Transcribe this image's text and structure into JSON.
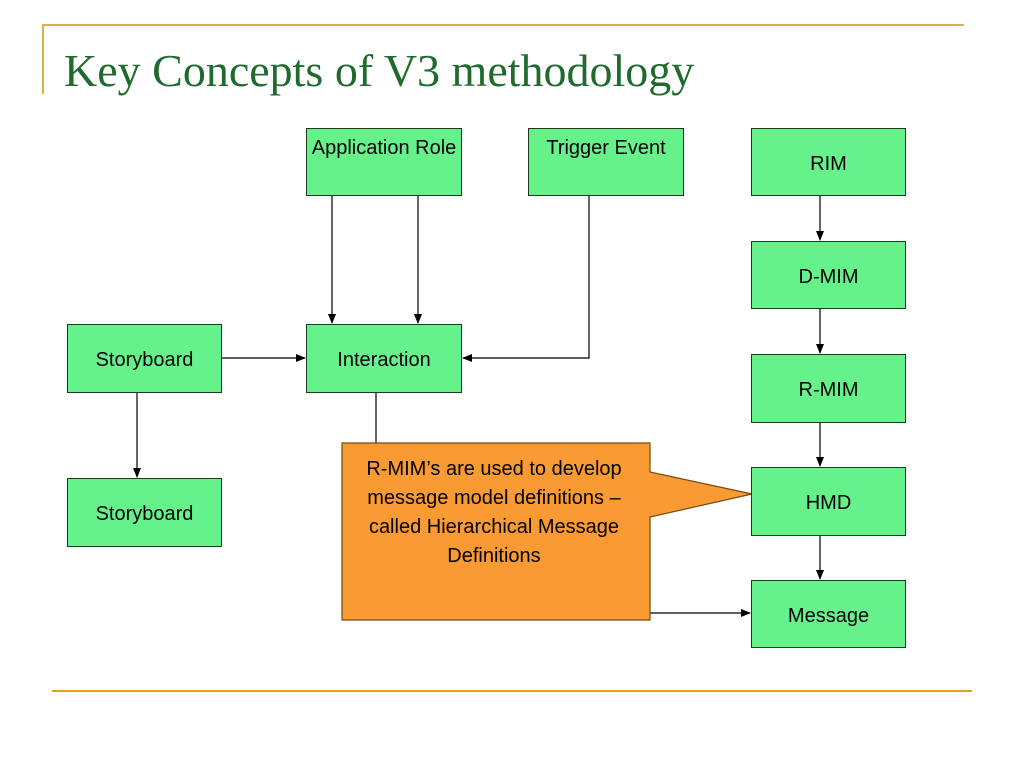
{
  "slide": {
    "title": "Key Concepts of V3 methodology"
  },
  "diagram": {
    "boxes": {
      "application_role": "Application Role",
      "trigger_event": "Trigger Event",
      "rim": "RIM",
      "storyboard_main": "Storyboard",
      "interaction": "Interaction",
      "d_mim": "D-MIM",
      "r_mim": "R-MIM",
      "storyboard_sub": "Storyboard",
      "hmd": "HMD",
      "message": "Message"
    },
    "callout": {
      "text": "R-MIM’s are used to develop message model definitions – called Hierarchical Message Definitions"
    }
  },
  "colors": {
    "box_fill": "#66f28a",
    "callout_fill": "#fa9a32",
    "title": "#1f6b2e",
    "rule": "#d8b446"
  }
}
